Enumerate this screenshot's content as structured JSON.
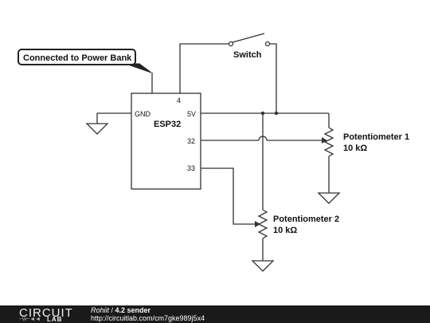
{
  "callout": {
    "text": "Connected to Power Bank"
  },
  "switch": {
    "label": "Switch"
  },
  "esp32": {
    "name": "ESP32",
    "pins": {
      "gnd": "GND",
      "p4": "4",
      "p5v": "5V",
      "p32": "32",
      "p33": "33"
    }
  },
  "pot1": {
    "name": "Potentiometer 1",
    "value": "10 kΩ"
  },
  "pot2": {
    "name": "Potentiometer 2",
    "value": "10 kΩ"
  },
  "footer": {
    "logo_top": "CIRCUIT",
    "logo_bottom": "LAB",
    "author": "Rohiit",
    "separator": " / ",
    "title": "4.2 sender",
    "url": "http://circuitlab.com/cm7gke989j5x4"
  }
}
